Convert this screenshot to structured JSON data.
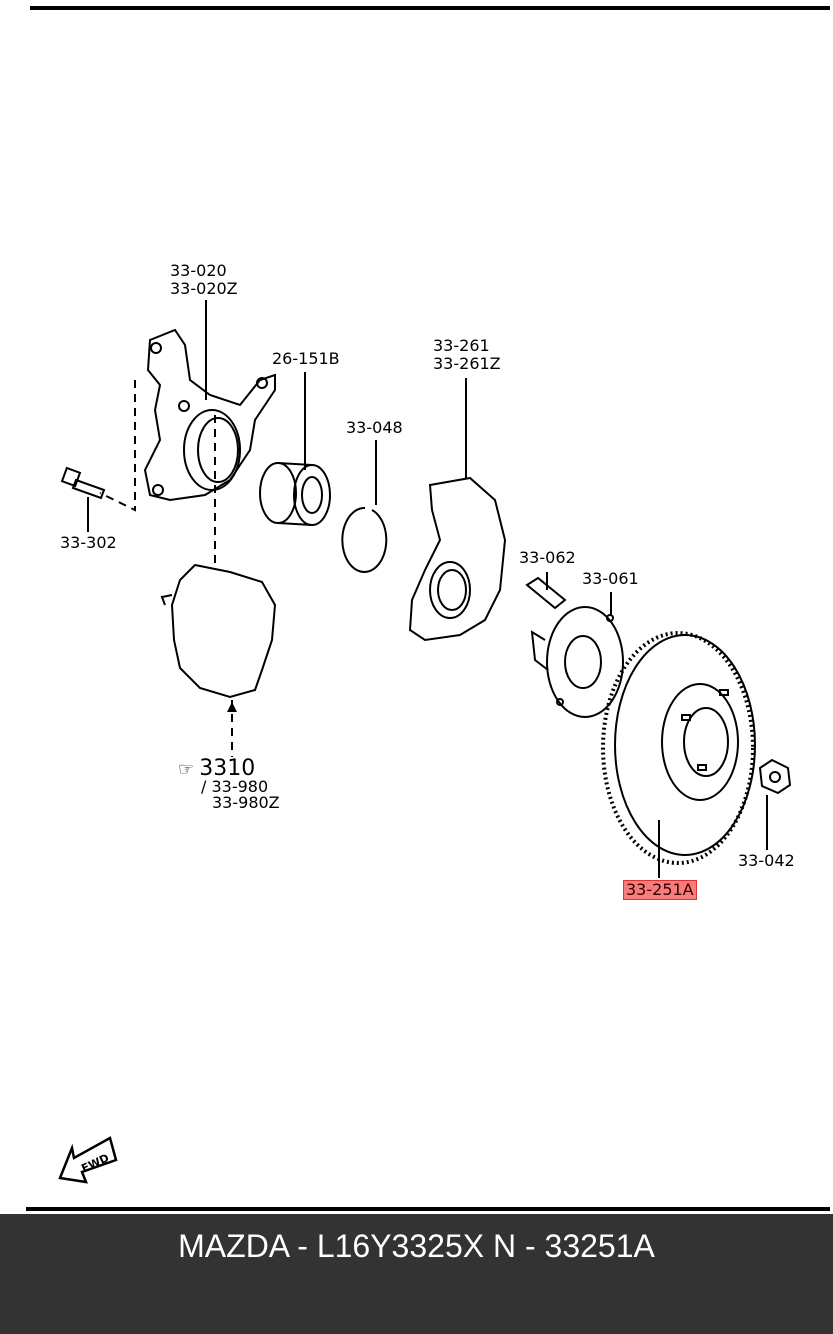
{
  "diagram": {
    "title": "Front axle / wheel hub exploded diagram",
    "direction_indicator": "FWD",
    "callouts": [
      {
        "id": "knuckle",
        "lines": [
          "33-020",
          "33-020Z"
        ],
        "highlighted": false
      },
      {
        "id": "bearing",
        "lines": [
          "26-151B"
        ],
        "highlighted": false
      },
      {
        "id": "snap-ring",
        "lines": [
          "33-048"
        ],
        "highlighted": false
      },
      {
        "id": "dust-shield",
        "lines": [
          "33-261",
          "33-261Z"
        ],
        "highlighted": false
      },
      {
        "id": "bolt",
        "lines": [
          "33-302"
        ],
        "highlighted": false
      },
      {
        "id": "hub-bolt",
        "lines": [
          "33-062"
        ],
        "highlighted": false
      },
      {
        "id": "hub",
        "lines": [
          "33-061"
        ],
        "highlighted": false
      },
      {
        "id": "driveshaft-ref",
        "lines": [
          "3310",
          "/ 33-980",
          "33-980Z"
        ],
        "highlighted": false
      },
      {
        "id": "hub-nut",
        "lines": [
          "33-042"
        ],
        "highlighted": false
      },
      {
        "id": "brake-disc",
        "lines": [
          "33-251A"
        ],
        "highlighted": true
      }
    ],
    "highlight_color": "#f87c7c"
  },
  "footer": {
    "text": "MAZDA - L16Y3325X    N - 33251A",
    "background": "#333333"
  }
}
